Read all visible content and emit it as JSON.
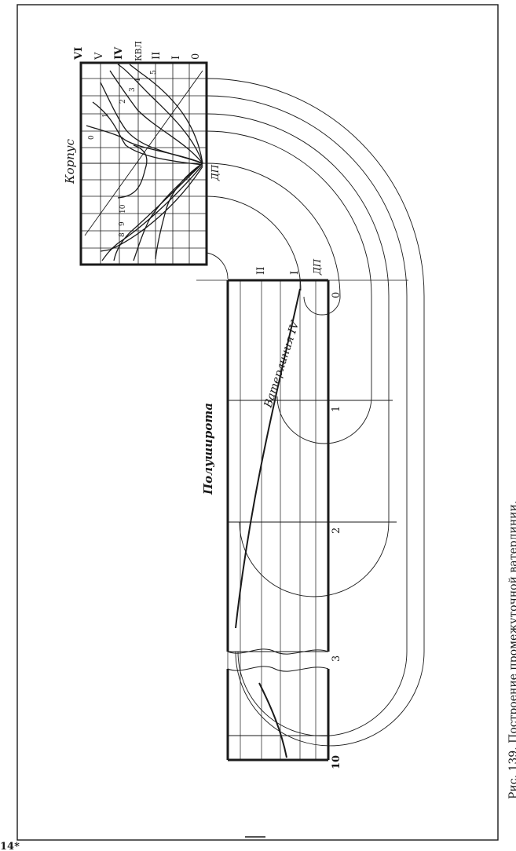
{
  "page": {
    "caption": "Рис. 139. Построение промежуточной ватерлинии.",
    "page_number": "14*"
  },
  "body_plan": {
    "title": "Корпус",
    "waterline_labels": [
      "VI",
      "V",
      "IV",
      "КВЛ",
      "II",
      "I",
      "0"
    ],
    "station_labels": [
      "0",
      "1",
      "2",
      "3",
      "4",
      "5",
      "8",
      "9",
      "10"
    ],
    "centerline_label": "ДП"
  },
  "half_breadth_plan": {
    "title": "Полуширота",
    "waterline_label": "Ватерлиния IV",
    "top_labels": [
      "II",
      "I",
      "ДП",
      "0"
    ],
    "station_labels": [
      "1",
      "2",
      "3",
      "10"
    ]
  }
}
